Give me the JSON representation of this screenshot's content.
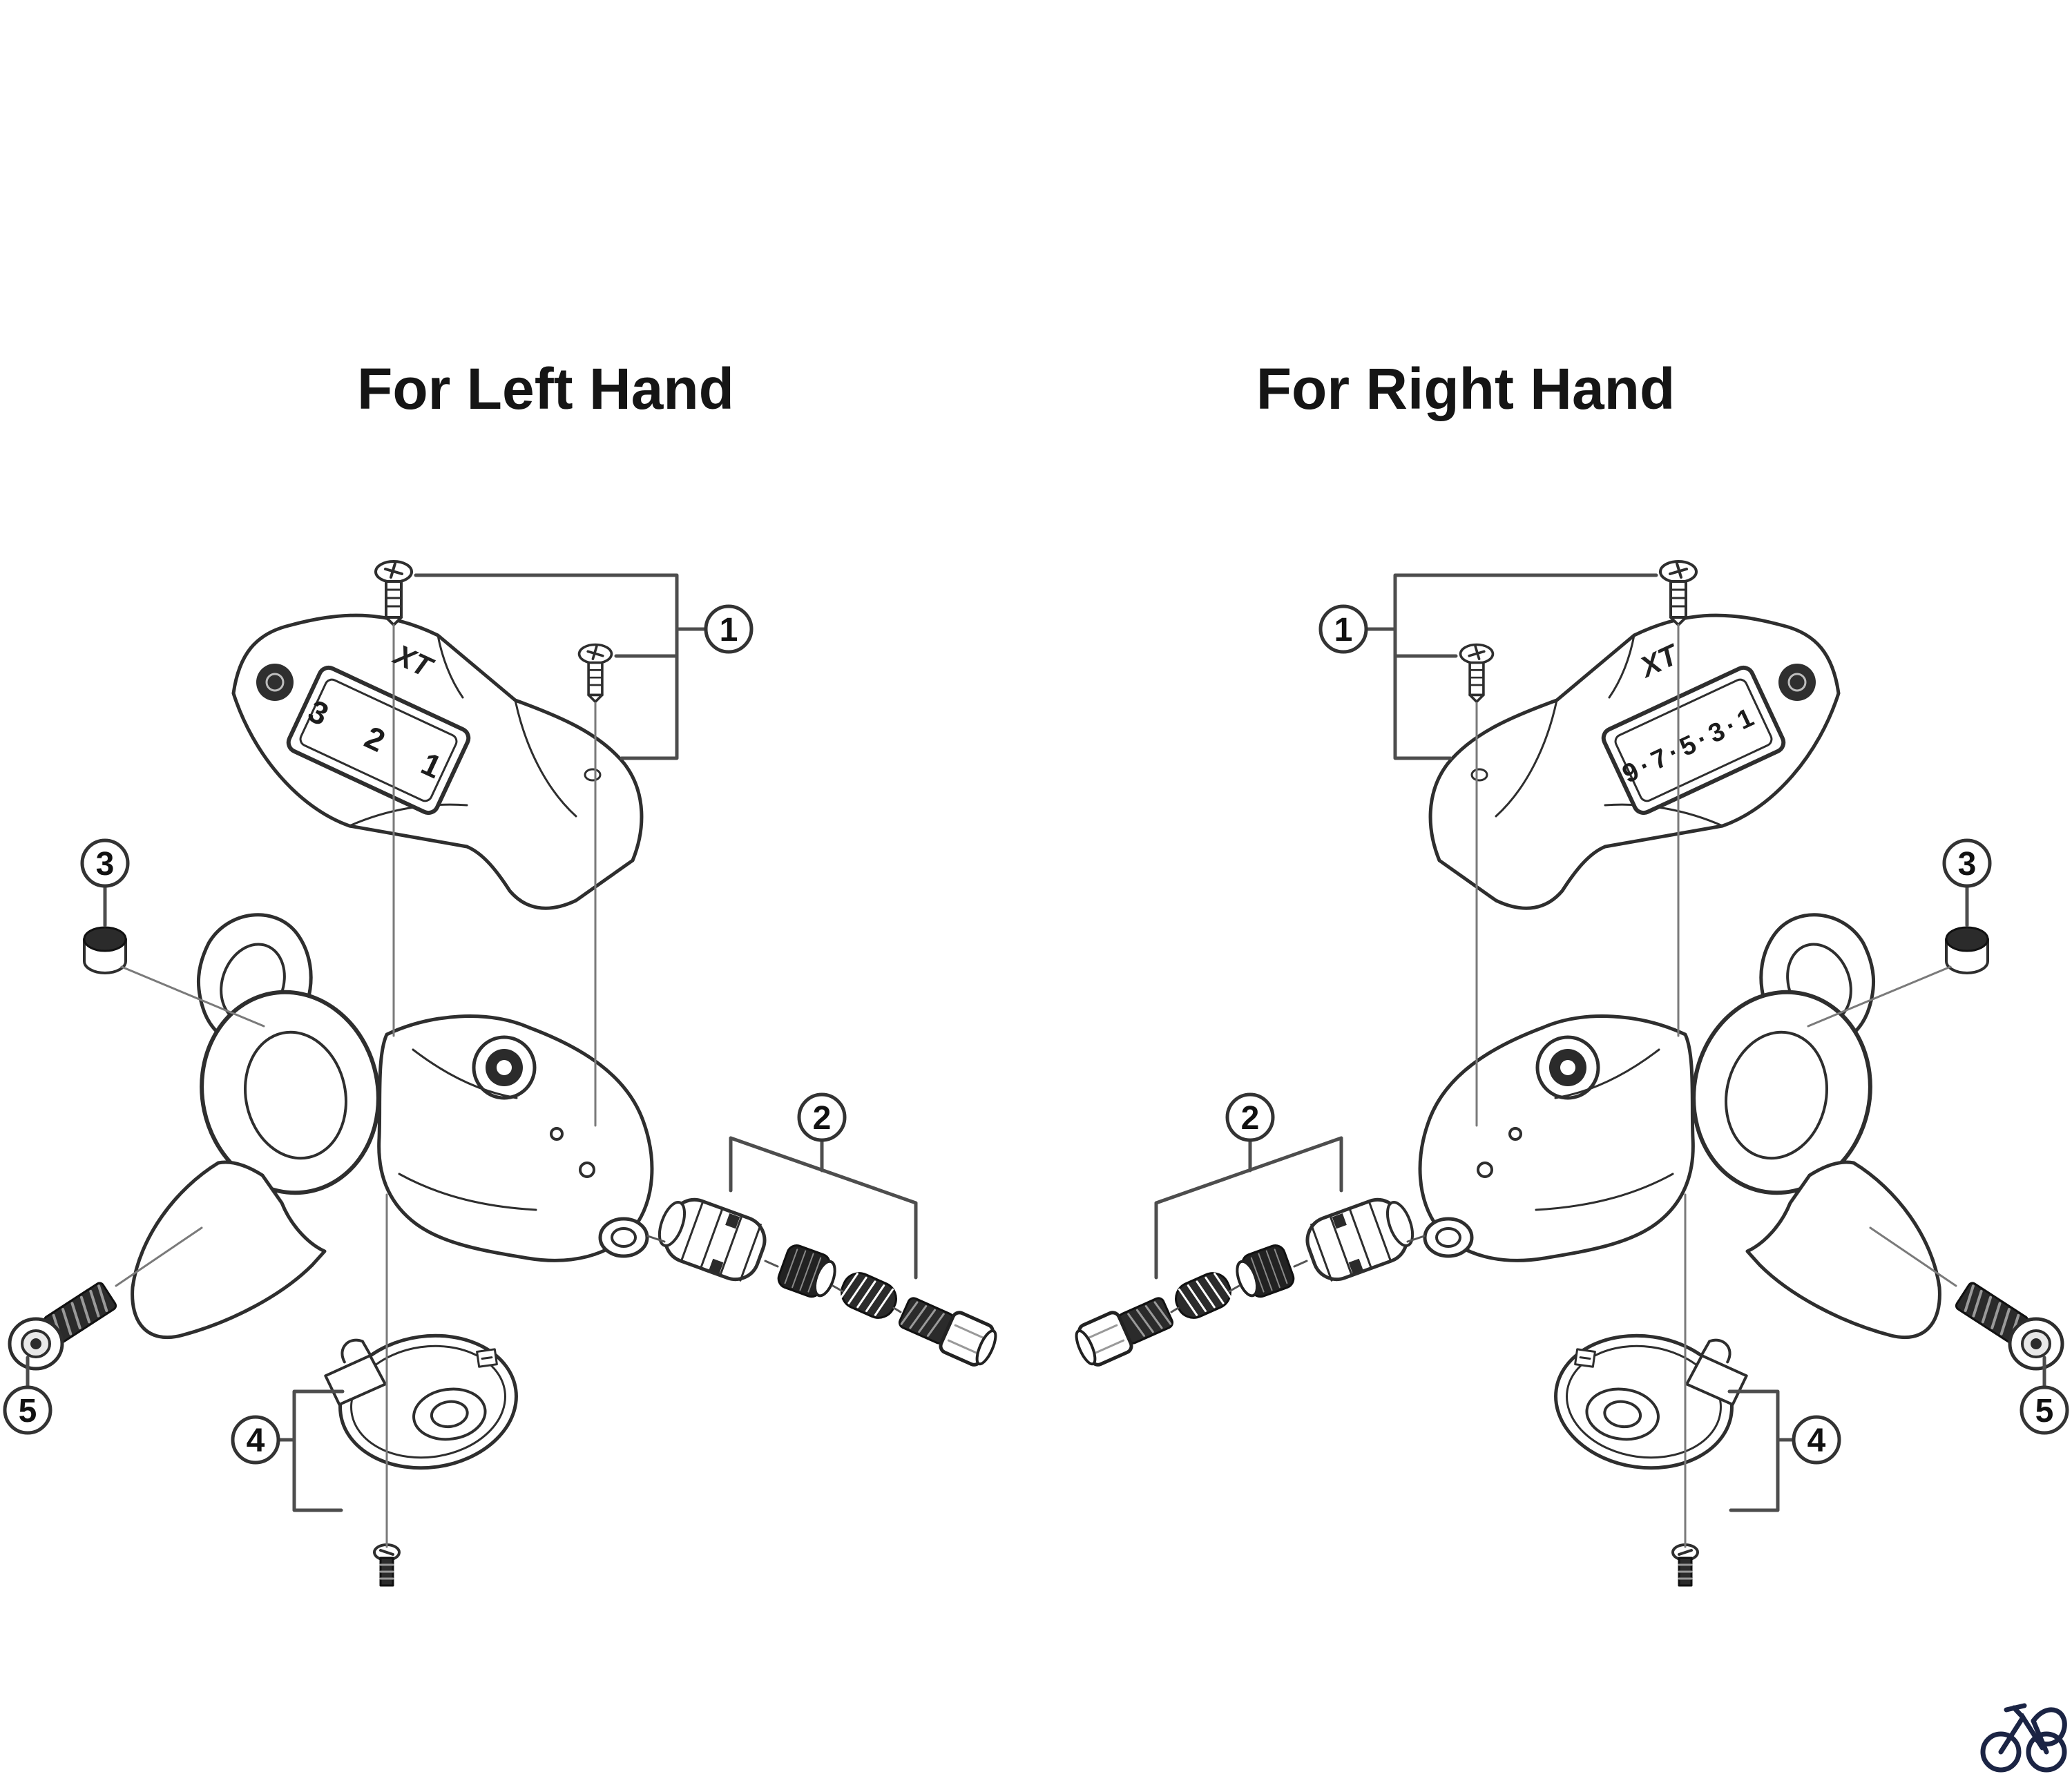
{
  "page": {
    "background": "#ffffff"
  },
  "titles": {
    "left": "For Left Hand",
    "right": "For Right Hand"
  },
  "left": {
    "callouts": [
      {
        "label": "1"
      },
      {
        "label": "2"
      },
      {
        "label": "3"
      },
      {
        "label": "4"
      },
      {
        "label": "5"
      }
    ],
    "cover": {
      "logo": "XT",
      "indicator": "3 2 1"
    }
  },
  "right": {
    "callouts": [
      {
        "label": "1"
      },
      {
        "label": "2"
      },
      {
        "label": "3"
      },
      {
        "label": "4"
      },
      {
        "label": "5"
      }
    ],
    "cover": {
      "logo": "XT",
      "indicator": "9·7·5·3·1"
    }
  },
  "footer": {
    "logo_icon": "bicycle-icon"
  },
  "colors": {
    "line_art": "#2e2e2e",
    "leader": "#555555",
    "bracket": "#4d4d4d",
    "logo": "#1b2444",
    "text": "#151515"
  }
}
